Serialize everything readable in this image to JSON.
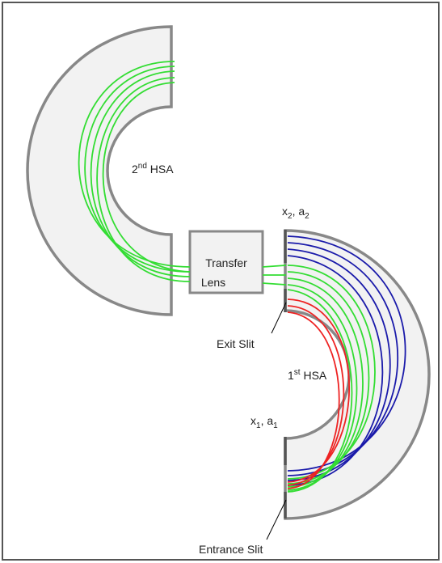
{
  "labels": {
    "hsa2": {
      "base": "2",
      "sup": "nd",
      "suffix": " HSA"
    },
    "hsa1": {
      "base": "1",
      "sup": "st",
      "suffix": " HSA"
    },
    "x2a2": {
      "x": "x",
      "xsub": "2",
      "sep": ", a",
      "asub": "2"
    },
    "x1a1": {
      "x": "x",
      "xsub": "1",
      "sep": ", a",
      "asub": "1"
    },
    "lens_line1": "Transfer",
    "lens_line2": "Lens",
    "exit_slit": "Exit Slit",
    "entrance_slit": "Entrance Slit"
  },
  "colors": {
    "frame": "#555555",
    "analyzer_fill": "#f2f2f2",
    "analyzer_stroke": "#888888",
    "ray_green": "#33dd33",
    "ray_red": "#ee2222",
    "ray_blue": "#1a1aaa"
  }
}
